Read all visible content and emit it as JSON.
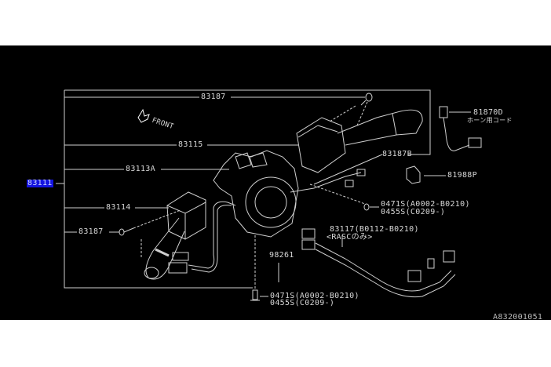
{
  "diagram_id": "A832001051",
  "front_label": "FRONT",
  "parts": {
    "p83111": "83111",
    "p83187_top": "83187",
    "p83115": "83115",
    "p83113A": "83113A",
    "p83114": "83114",
    "p83187_left": "83187",
    "p98261": "98261",
    "p83187B": "83187B",
    "p81870D": "81870D",
    "p81870D_note": "ホーン用コード",
    "p81988P": "81988P",
    "bolt_a_1": "0471S(A0002-B0210)",
    "bolt_a_2": "0455S(C0209-)",
    "p83117": "83117(B0112-B0210)",
    "p83117_note": "<RASCのみ>",
    "bolt_b_1": "0471S(A0002-B0210)",
    "bolt_b_2": "0455S(C0209-)"
  }
}
